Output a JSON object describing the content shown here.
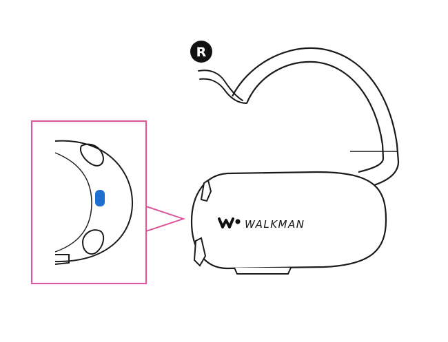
{
  "side_marker": {
    "label": "R"
  },
  "brand": {
    "logo_text": "WALKMAN"
  },
  "colors": {
    "outline": "#1a1a1a",
    "callout_border": "#d9599a",
    "indicator_led": "#1f6fd1",
    "background": "#ffffff"
  },
  "icons": {
    "side_marker": "right-side-badge",
    "logo": "walkman-w-logo",
    "led": "indicator-lamp"
  }
}
